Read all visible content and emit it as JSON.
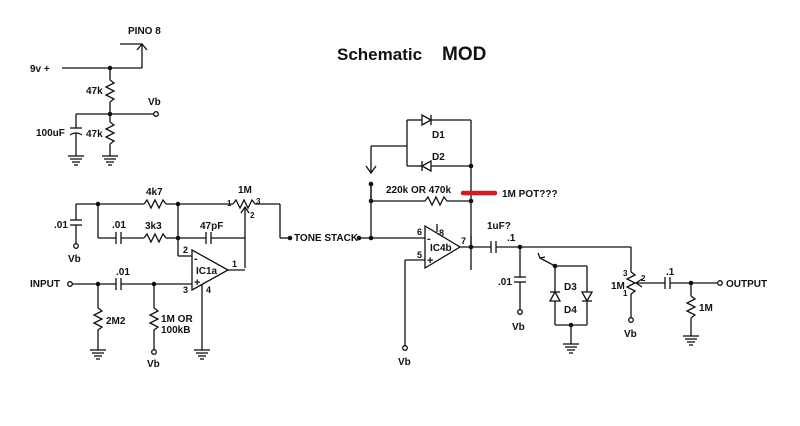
{
  "title": {
    "part1": "Schematic",
    "part2": "MOD"
  },
  "labels": {
    "pin8": "PINO 8",
    "supply": "9v +",
    "r_47k_top": "47k",
    "r_47k_bottom": "47k",
    "c_100uf": "100uF",
    "vb_top": "Vb",
    "c_01_left": ".01",
    "vb_left_cap": "Vb",
    "r_4k7": "4k7",
    "c_01_fb": ".01",
    "r_3k3": "3k3",
    "c_47pf": "47pF",
    "pot_1m_top": "1M",
    "pot_pin1": "1",
    "pot_pin2": "2",
    "pot_pin3": "3",
    "tone_stack": "TONE STACK",
    "input": "INPUT",
    "c_01_input": ".01",
    "r_2m2": "2M2",
    "r_1m_or_100k_l1": "1M OR",
    "r_1m_or_100k_l2": "100kB",
    "vb_bias": "Vb",
    "ic1a": "IC1a",
    "ic1_pin2": "2",
    "ic1_pin3": "3",
    "ic1_pin1": "1",
    "ic1_pin4": "4",
    "d1": "D1",
    "d2": "D2",
    "feedback_res": "220k OR 470k",
    "pot_note": "1M POT???",
    "ic4b": "IC4b",
    "ic4_pin6": "6",
    "ic4_pin5": "5",
    "ic4_pin8": "8",
    "ic4_pin7": "7",
    "vb_ic4": "Vb",
    "c_1uf_q": "1uF?",
    "c_1_out": ".1",
    "c_01_shunt": ".01",
    "vb_shunt": "Vb",
    "d3": "D3",
    "d4": "D4",
    "pot_1m_out": "1M",
    "pot_out_pin1": "1",
    "pot_out_pin2": "2",
    "pot_out_pin3": "3",
    "vb_pot_out": "Vb",
    "c_1_final": ".1",
    "output": "OUTPUT",
    "r_1m_out": "1M"
  },
  "colors": {
    "wire": "#111111",
    "highlight": "#d41a1a"
  }
}
